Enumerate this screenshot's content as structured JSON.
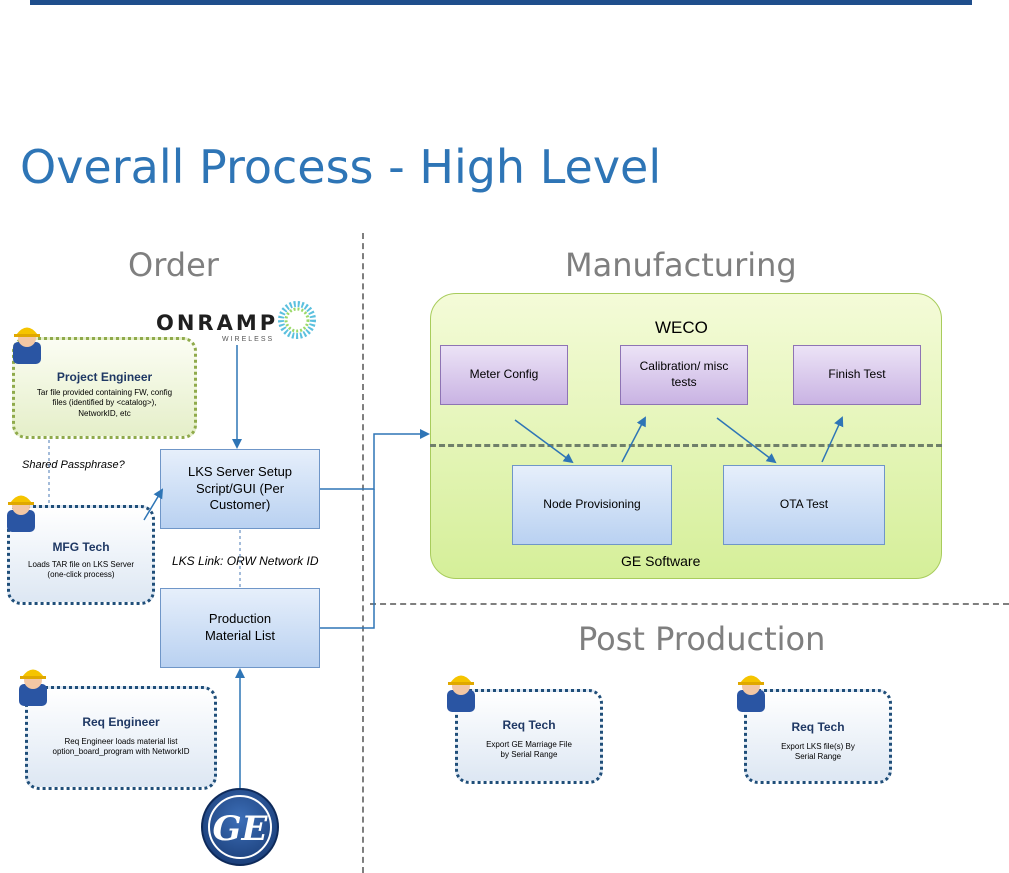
{
  "title": "Overall Process - High Level",
  "sections": {
    "order": "Order",
    "manufacturing": "Manufacturing",
    "post_production": "Post Production"
  },
  "logos": {
    "onramp_name": "ONRAMP",
    "onramp_sub": "WIRELESS",
    "ge": "GE"
  },
  "actors": {
    "project_engineer": {
      "name": "Project Engineer",
      "desc": "Tar file provided containing FW, config files (identified by <catalog>), NetworkID, etc"
    },
    "mfg_tech": {
      "name": "MFG Tech",
      "desc": "Loads TAR file on LKS Server (one-click process)"
    },
    "req_engineer": {
      "name": "Req Engineer",
      "desc": "Req Engineer loads material list option_board_program with NetworkID"
    },
    "req_tech_1": {
      "name": "Req Tech",
      "desc": "Export GE Marriage File by Serial Range"
    },
    "req_tech_2": {
      "name": "Req Tech",
      "desc": "Export LKS file(s) By Serial Range"
    }
  },
  "notes": {
    "shared_passphrase": "Shared Passphrase?",
    "lks_link": "LKS Link: ORW Network ID"
  },
  "process": {
    "lks_server": "LKS Server Setup Script/GUI (Per Customer)",
    "material_list": "Production Material List"
  },
  "manufacturing": {
    "weco": "WECO",
    "ge_software": "GE Software",
    "meter_config": "Meter Config",
    "calibration": "Calibration/ misc tests",
    "finish_test": "Finish Test",
    "node_provisioning": "Node Provisioning",
    "ota_test": "OTA Test"
  },
  "colors": {
    "title": "#2e75b6",
    "section": "#7f7f7f",
    "arrow": "#2e75b6",
    "mfg_fill": "#d5ef99",
    "purple_box": "#c9b3e3",
    "blue_box": "#b9d1f1"
  }
}
